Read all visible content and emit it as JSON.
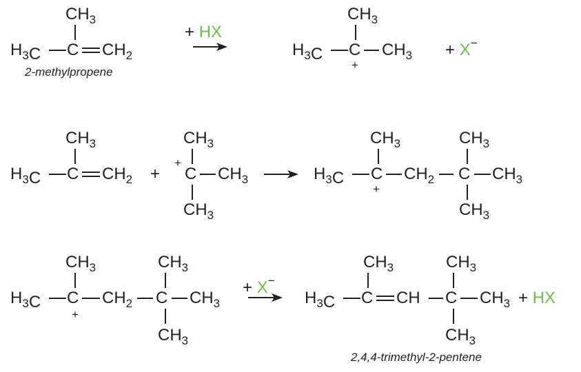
{
  "atoms": {
    "c": "C",
    "h": "H",
    "ch": "CH",
    "n2": "2",
    "n3": "3"
  },
  "charges": {
    "plus": "+",
    "minus": "−"
  },
  "reagents": {
    "plus_hx": "+ HX",
    "hx": "HX",
    "plus_sign": "+",
    "x": "X"
  },
  "names": {
    "reactant": "2-methylpropene",
    "product": "2,4,4-trimethyl-2-pentene"
  },
  "colors": {
    "ink": "#231f20",
    "reagent_green": "#6cbf4b"
  }
}
